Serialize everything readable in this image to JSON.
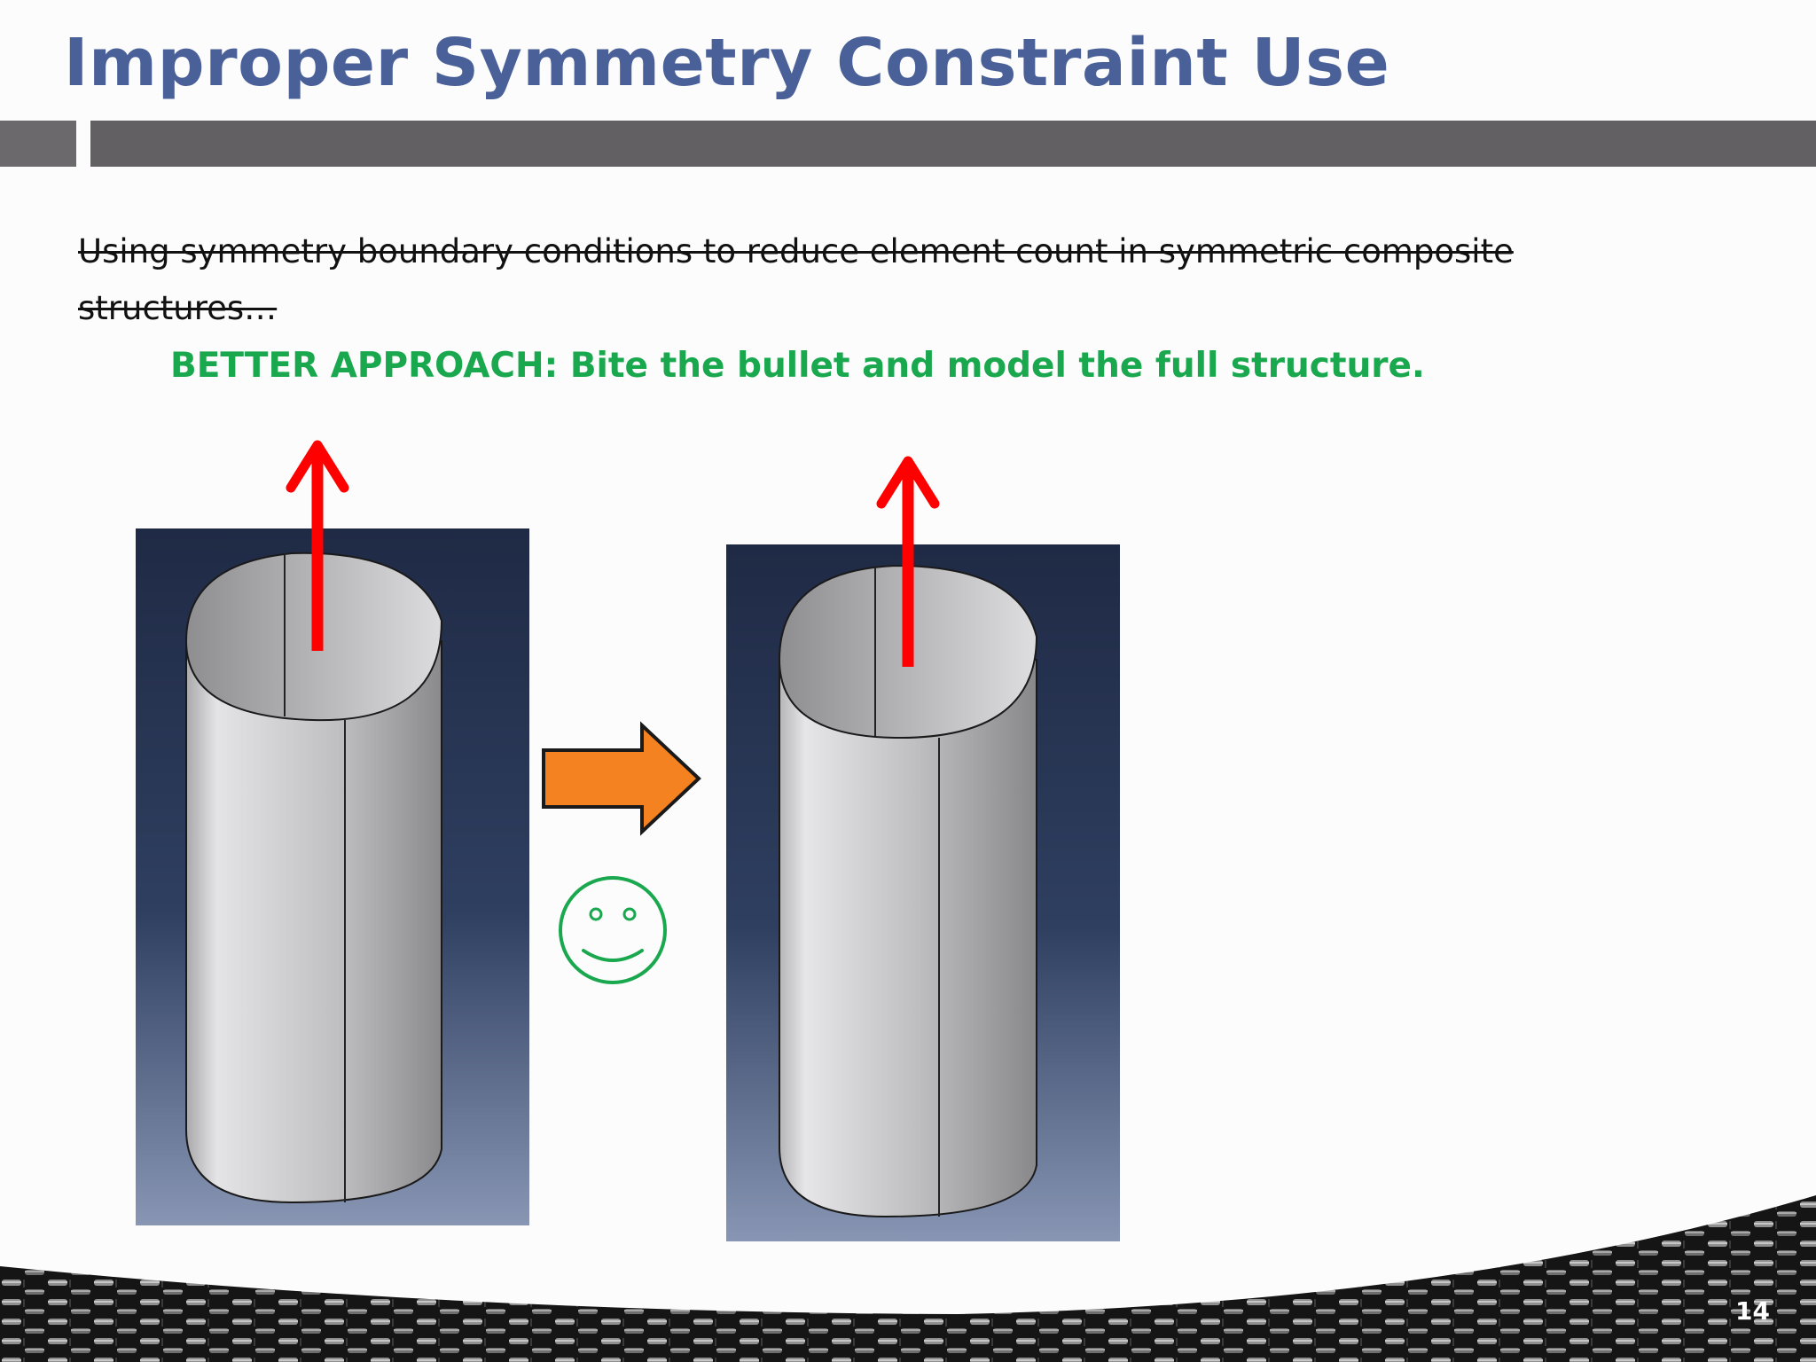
{
  "slide": {
    "title": "Improper Symmetry Constraint Use",
    "struck_text": "Using symmetry boundary conditions to reduce element count in symmetric composite structures…",
    "better_approach": "BETTER APPROACH:  Bite the bullet and model the full structure.",
    "page_number": "14"
  },
  "icons": {
    "load_arrow": "up-arrow-icon",
    "transition_arrow": "right-arrow-icon",
    "smiley": "smiley-face-icon"
  },
  "colors": {
    "title": "#4a6098",
    "better_approach": "#1aa84e",
    "load_arrow": "#ff0000",
    "transition_arrow": "#f58220",
    "smiley": "#1aa84e"
  }
}
